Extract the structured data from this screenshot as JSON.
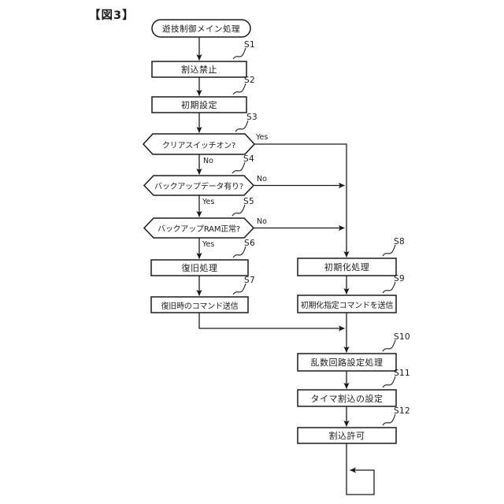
{
  "figure": {
    "title": "【図3】",
    "start_label": "遊技制御メイン処理",
    "yes_label": "Yes",
    "no_label": "No",
    "steps": [
      {
        "id": "S1",
        "label": "割込禁止",
        "type": "process"
      },
      {
        "id": "S2",
        "label": "初期設定",
        "type": "process"
      },
      {
        "id": "S3",
        "label": "クリアスイッチオン?",
        "type": "decision"
      },
      {
        "id": "S4",
        "label": "バックアップデータ有り?",
        "type": "decision"
      },
      {
        "id": "S5",
        "label": "バックアップRAM正常?",
        "type": "decision"
      },
      {
        "id": "S6",
        "label": "復旧処理",
        "type": "process"
      },
      {
        "id": "S7",
        "label": "復旧時のコマンド送信",
        "type": "process"
      },
      {
        "id": "S8",
        "label": "初期化処理",
        "type": "process"
      },
      {
        "id": "S9",
        "label": "初期化指定コマンドを送信",
        "type": "process"
      },
      {
        "id": "S10",
        "label": "乱数回路設定処理",
        "type": "process"
      },
      {
        "id": "S11",
        "label": "タイマ割込の設定",
        "type": "process"
      },
      {
        "id": "S12",
        "label": "割込許可",
        "type": "process"
      }
    ]
  }
}
